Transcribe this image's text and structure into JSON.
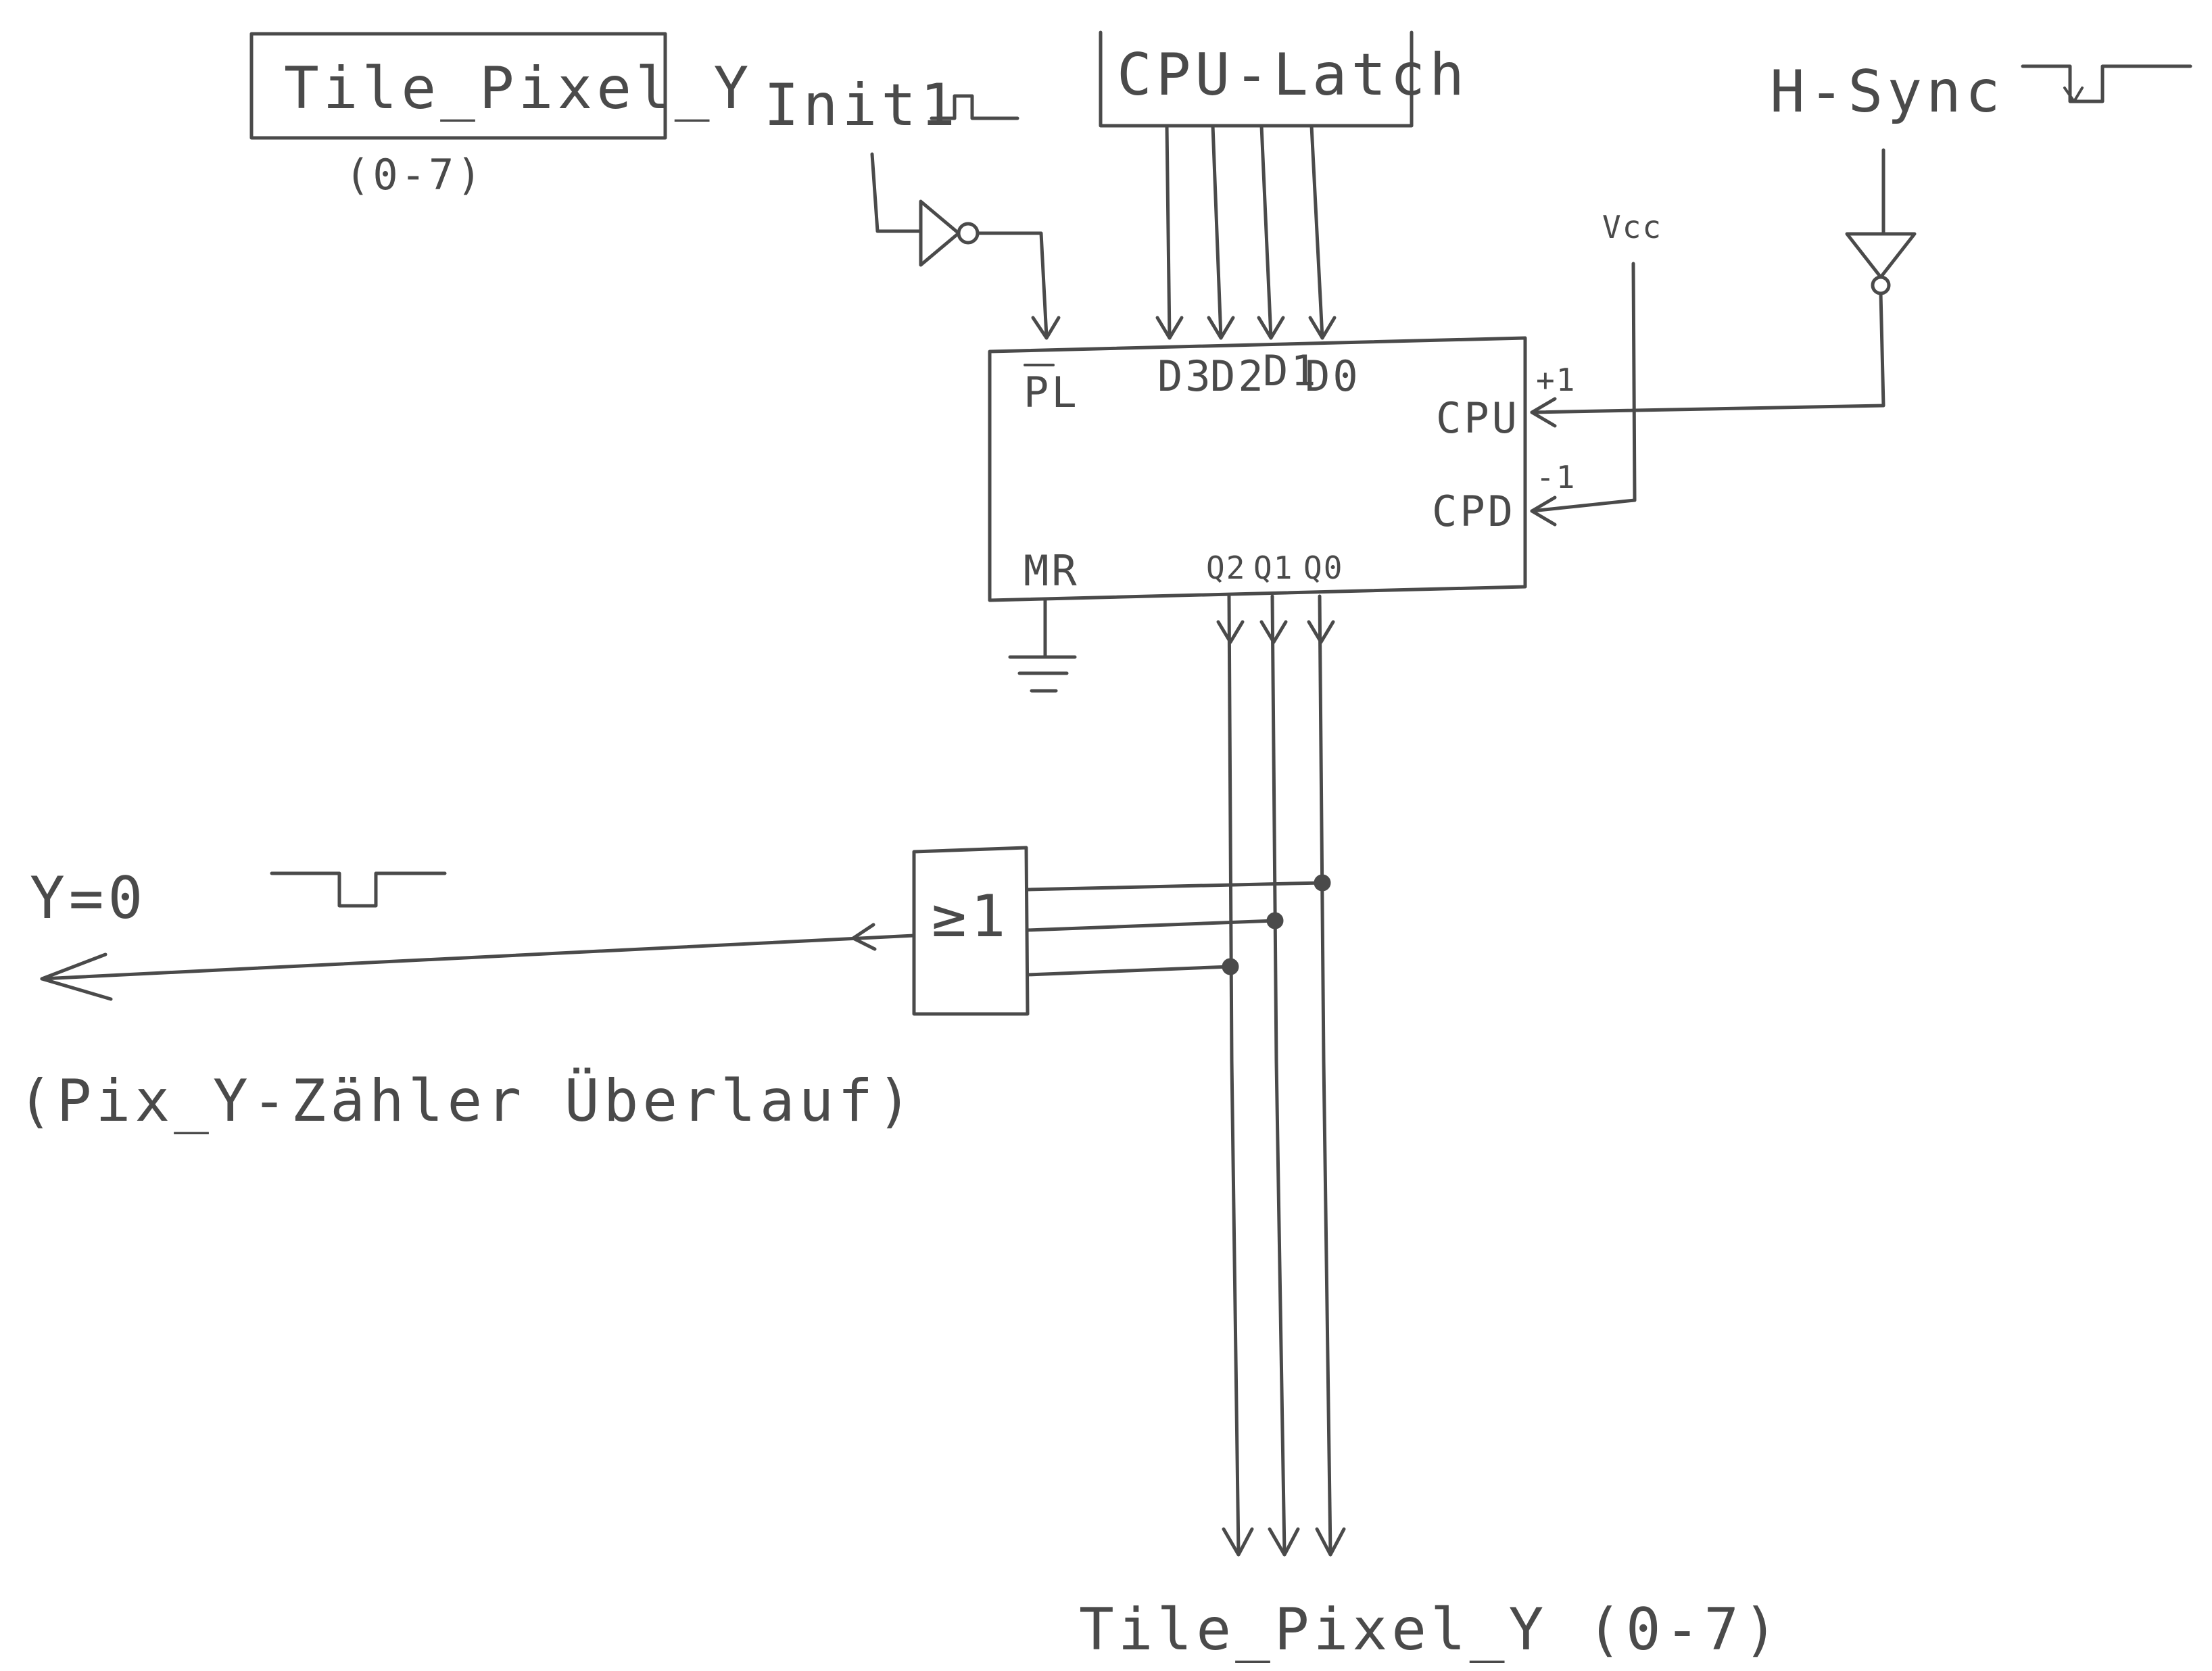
{
  "labels": {
    "title_box": "Tile_Pixel_Y",
    "title_range": "(0-7)",
    "init": "Init1",
    "cpu_latch": "CPU-Latch",
    "hsync": "H-Sync",
    "vcc": "Vcc",
    "output_bus": "Tile_Pixel_Y (0-7)",
    "y_zero": "Y=0",
    "overflow_note": "(Pix_Y-Zähler Überlauf)"
  },
  "counter": {
    "pin_pl": "PL",
    "pin_d3": "D3",
    "pin_d2": "D2",
    "pin_d1": "D1",
    "pin_d0": "D0",
    "pin_cpu": "CPU",
    "pin_cpd": "CPD",
    "plus_one": "+1",
    "minus_one": "-1",
    "pin_mr": "MR",
    "pin_q2": "Q2",
    "pin_q1": "Q1",
    "pin_q0": "Q0"
  },
  "or_gate": {
    "symbol": "≥1"
  }
}
